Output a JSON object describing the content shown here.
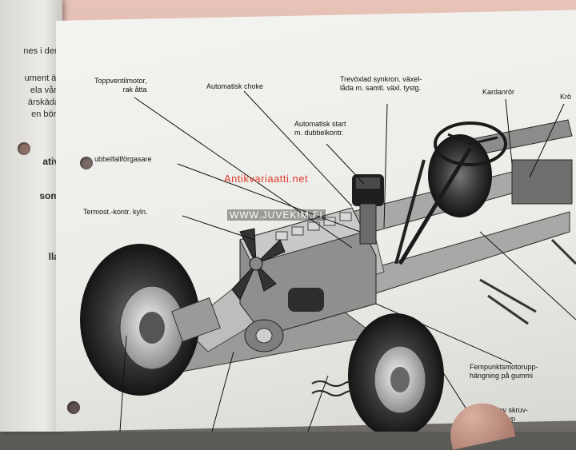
{
  "left_page": {
    "fragments": [
      "nes i den",
      "ument är",
      "ela vårt",
      "ärskäda",
      "en bör-"
    ],
    "bold_fragments": [
      "ativ",
      "som",
      "lla"
    ]
  },
  "diagram": {
    "labels": {
      "toppventil": "Toppventilmotor,\nrak åtta",
      "choke": "Automatisk choke",
      "trevaxlad": "Trevöxlad synkron. växel-\nlåda m. samtl. växl. tystg.",
      "kardanror": "Kardanrör",
      "kro": "Krö",
      "start": "Automatisk start\nm. dubbelkontr.",
      "forgasare": "ubbelfallförgasare",
      "termost": "Termost.-kontr. kyln.",
      "fempunkt": "Fempunktsmotorupp-\nhängning på gummi",
      "styrning": "Styrning av skruv-\ndubbelrulletyp"
    }
  },
  "watermarks": {
    "antikvariaatti": "Antikvariaatti.net",
    "juvekim": "WWW.JUVEKIM.FI"
  },
  "colors": {
    "watermark_red": "#e23b2e",
    "paper": "#efefec",
    "ink": "#111111"
  }
}
